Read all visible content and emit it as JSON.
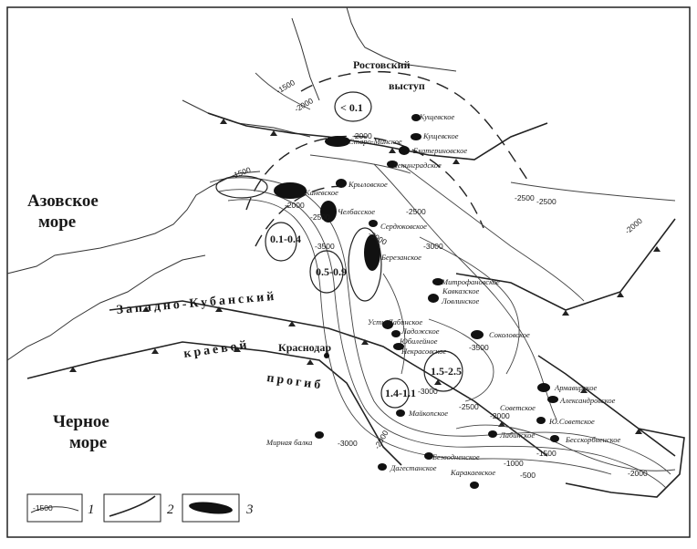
{
  "regions": {
    "azov": [
      "Азовское",
      "море"
    ],
    "black": [
      "Черное",
      "море"
    ],
    "rostov": [
      "Ростовский",
      "выступ"
    ],
    "trough": [
      "Западно-Кубанский",
      "краевой",
      "прогиб"
    ],
    "city": "Краснодар"
  },
  "zones": [
    "< 0.1",
    "0.1-0.4",
    "0.5-0.9",
    "1.5-2.5",
    "1.4-1.1"
  ],
  "fields": [
    "С.Кущевское",
    "Кущевское",
    "Старо-Минское",
    "Екатериновское",
    "Ленинградское",
    "Каневское",
    "Крыловское",
    "Челбасское",
    "Сердюковское",
    "Березанское",
    "Митрофановское",
    "Кавказское",
    "Ловлинское",
    "Усть-Лабинское",
    "Ладожское",
    "Юбилейное",
    "Некрасовское",
    "Соколовское",
    "Армавирское",
    "Александровское",
    "Советское",
    "Ю.Советское",
    "Майкопское",
    "Мирная балка",
    "Лабинское",
    "Бесскорбненское",
    "Безводненское",
    "Дагестанское",
    "Каракаевское"
  ],
  "isolines": [
    "-1500",
    "-2000",
    "-2000",
    "-2500",
    "-1500",
    "-2000",
    "-2500",
    "-3000",
    "-3500",
    "-2500",
    "-3000",
    "-3500",
    "-3000",
    "-2500",
    "-2000",
    "-3000",
    "-2000",
    "-1500",
    "-1000",
    "-500",
    "-2000",
    "-2000",
    "-2500"
  ],
  "legend": {
    "iso_sample": "-1500",
    "items": [
      "1",
      "2",
      "3"
    ]
  }
}
